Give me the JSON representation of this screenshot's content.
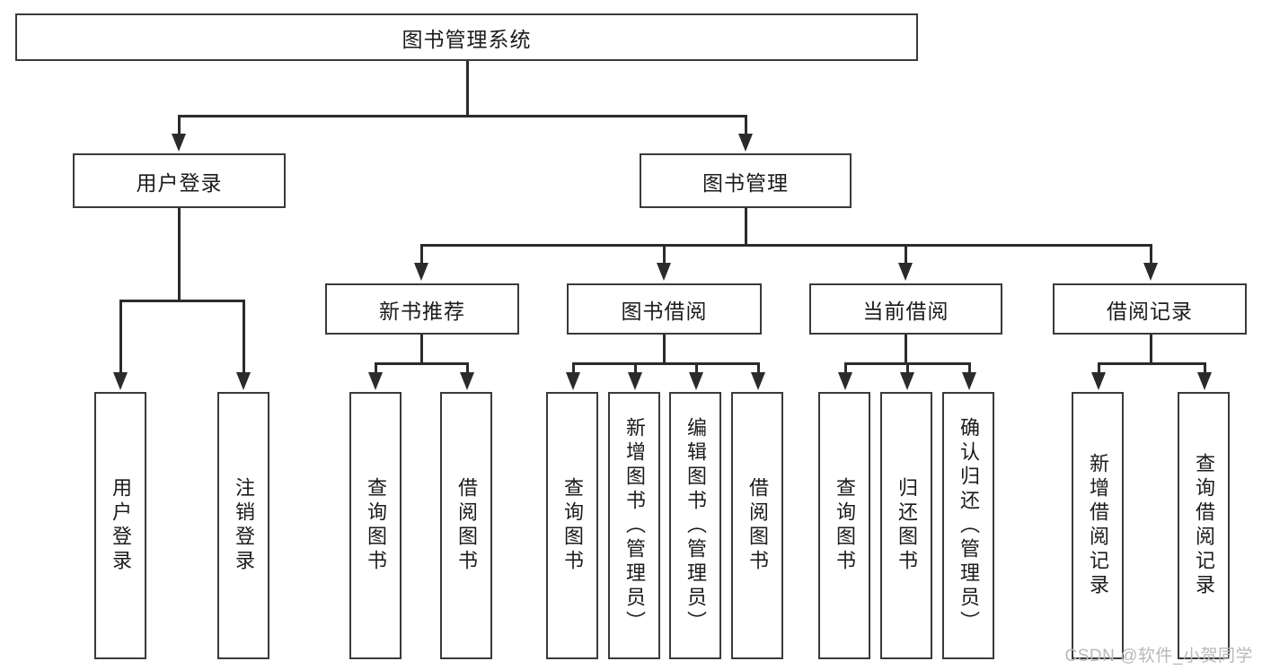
{
  "diagram": {
    "type": "tree-hierarchy-chart",
    "root": {
      "label": "图书管理系统"
    },
    "level2": [
      {
        "label": "用户登录"
      },
      {
        "label": "图书管理"
      }
    ],
    "level3": [
      {
        "label": "新书推荐"
      },
      {
        "label": "图书借阅"
      },
      {
        "label": "当前借阅"
      },
      {
        "label": "借阅记录"
      }
    ],
    "leaves": [
      {
        "label": "用户登录",
        "parent": "用户登录"
      },
      {
        "label": "注销登录",
        "parent": "用户登录"
      },
      {
        "label": "查询图书",
        "parent": "新书推荐"
      },
      {
        "label": "借阅图书",
        "parent": "新书推荐"
      },
      {
        "label": "查询图书",
        "parent": "图书借阅"
      },
      {
        "label": "新增图书（管理员）",
        "parent": "图书借阅"
      },
      {
        "label": "编辑图书（管理员）",
        "parent": "图书借阅"
      },
      {
        "label": "借阅图书",
        "parent": "图书借阅"
      },
      {
        "label": "查询图书",
        "parent": "当前借阅"
      },
      {
        "label": "归还图书",
        "parent": "当前借阅"
      },
      {
        "label": "确认归还（管理员）",
        "parent": "当前借阅"
      },
      {
        "label": "新增借阅记录",
        "parent": "借阅记录"
      },
      {
        "label": "查询借阅记录",
        "parent": "借阅记录"
      }
    ]
  },
  "watermark": {
    "text": "CSDN @软件_小贺同学"
  },
  "colors": {
    "box_border": "#3a3a3a",
    "connector": "#2b2b2b",
    "text": "#1b1b1b",
    "watermark": "#b9b9b9",
    "background": "#ffffff"
  }
}
